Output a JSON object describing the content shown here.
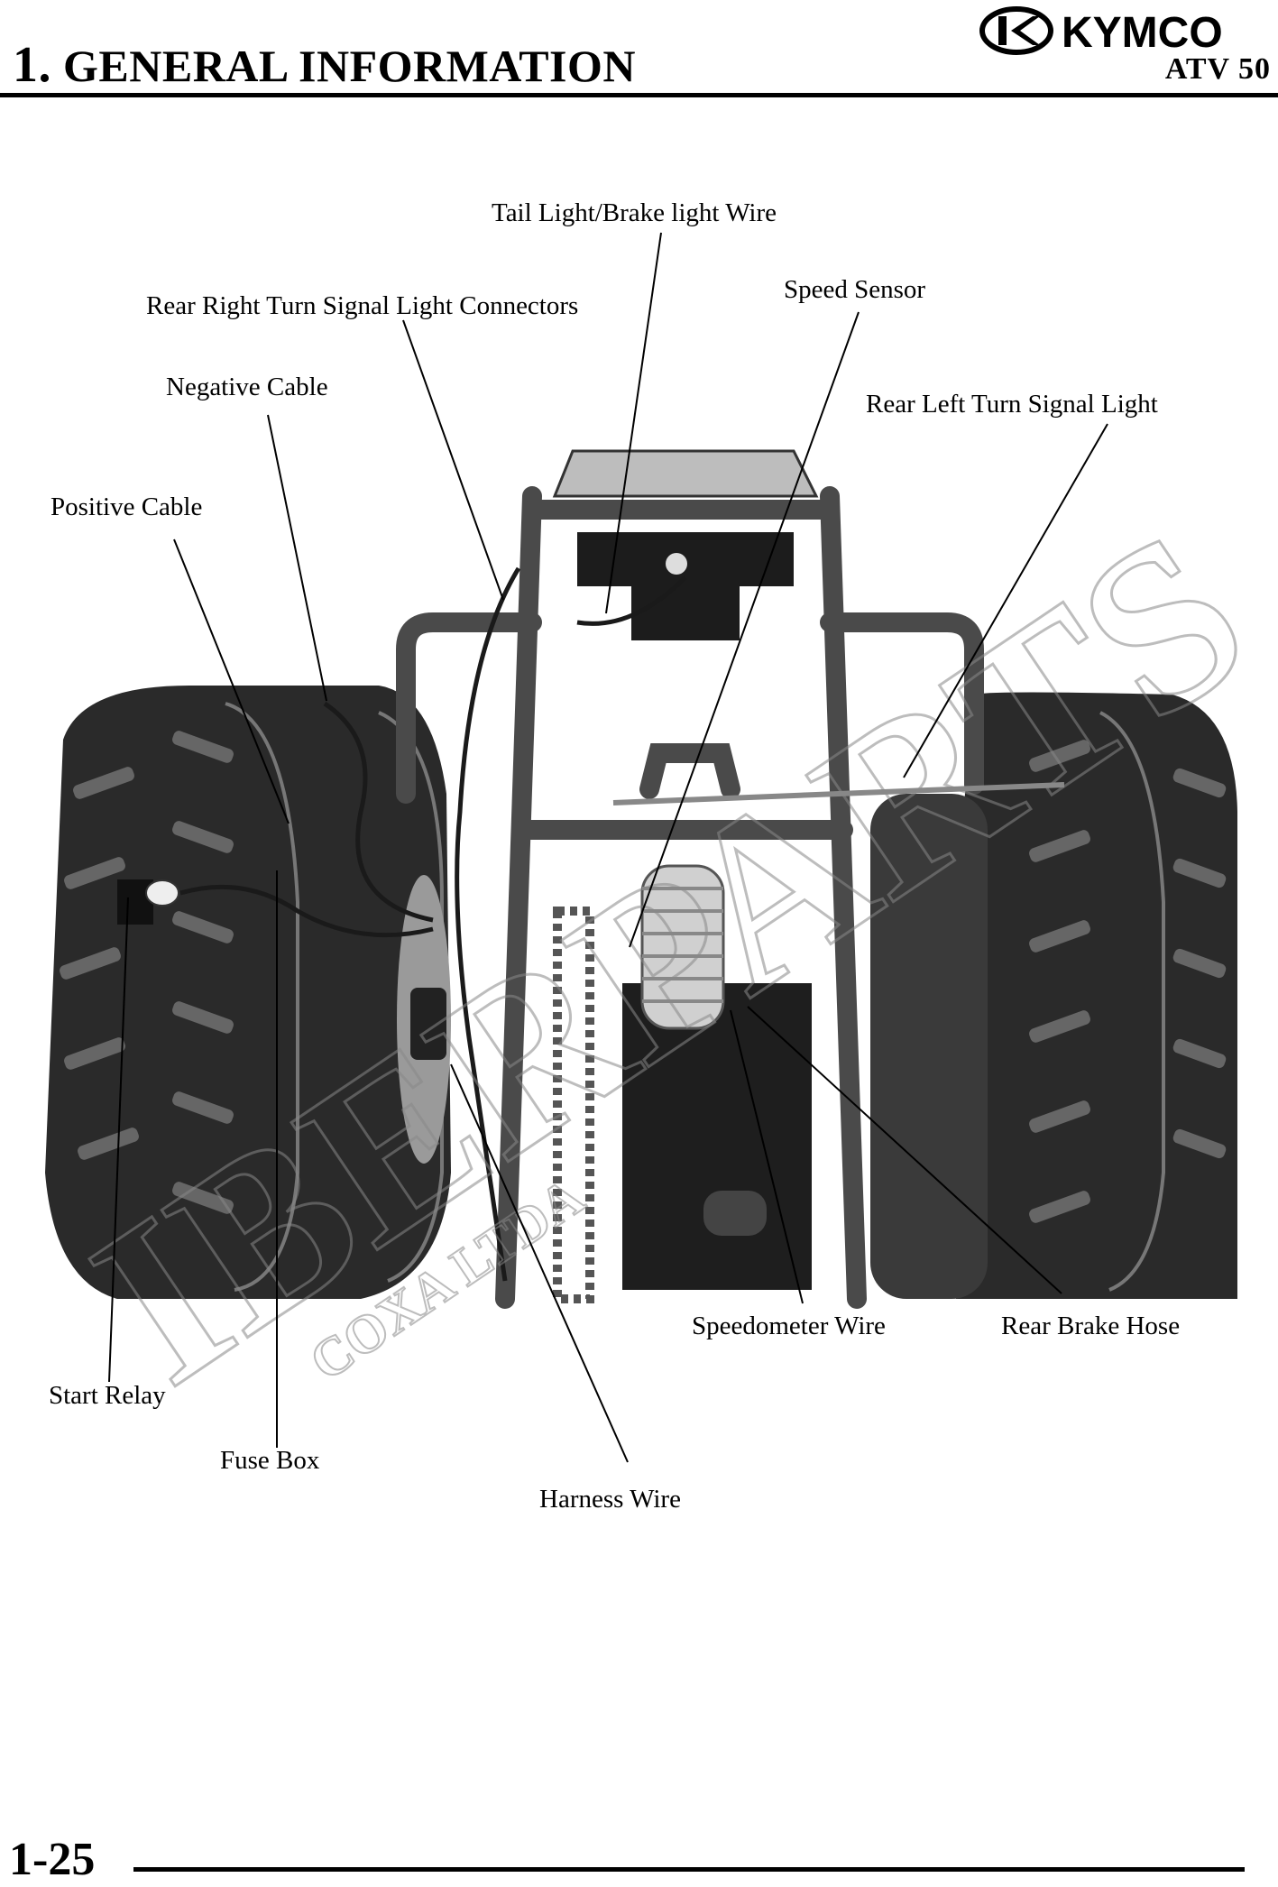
{
  "header": {
    "chapter_number": "1.",
    "chapter_title": "GENERAL INFORMATION",
    "brand": "KYMCO",
    "model": "ATV 50"
  },
  "callouts": [
    "Tail Light/Brake light Wire",
    "Rear Right Turn Signal Light Connectors",
    "Speed Sensor",
    "Negative Cable",
    "Rear Left Turn Signal Light",
    "Positive Cable",
    "Speedometer Wire",
    "Rear Brake Hose",
    "Start Relay",
    "Fuse Box",
    "Harness Wire"
  ],
  "footer": {
    "page_number": "1-25"
  },
  "colors": {
    "ink": "#000000",
    "paper": "#ffffff",
    "tire": "#2a2a2a",
    "frame": "#4a4a4a"
  },
  "icons": [
    "kymco-logo-icon"
  ]
}
